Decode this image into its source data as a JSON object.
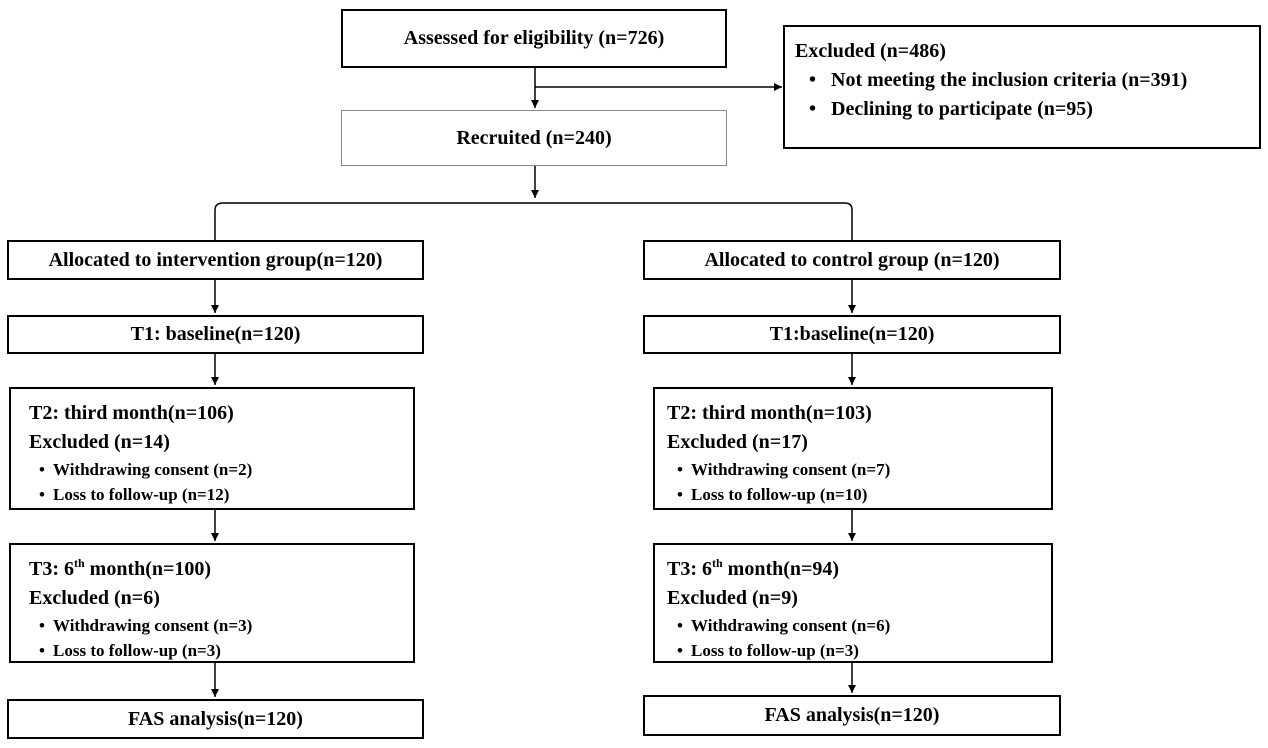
{
  "assessed": "Assessed for eligibility (n=726)",
  "excluded": {
    "title": "Excluded (n=486)",
    "items": [
      "Not meeting the inclusion criteria (n=391)",
      "Declining to participate (n=95)"
    ]
  },
  "recruited": "Recruited (n=240)",
  "bullet": "•",
  "intervention": {
    "allocated": "Allocated to intervention group(n=120)",
    "t1": "T1: baseline(n=120)",
    "t2": {
      "title": "T2: third month(n=106)",
      "excluded": "Excluded (n=14)",
      "items": [
        "Withdrawing  consent (n=2)",
        "Loss to follow-up (n=12)"
      ]
    },
    "t3": {
      "prefix": "T3: 6",
      "sup": "th",
      "suffix": " month(n=100)",
      "excluded": "Excluded (n=6)",
      "items": [
        "Withdrawing  consent (n=3)",
        "Loss to follow-up  (n=3)"
      ]
    },
    "fas": "FAS analysis(n=120)"
  },
  "control": {
    "allocated": "Allocated to control group (n=120)",
    "t1": "T1:baseline(n=120)",
    "t2": {
      "title": "T2: third month(n=103)",
      "excluded": "Excluded (n=17)",
      "items": [
        "Withdrawing  consent (n=7)",
        "Loss to follow-up  (n=10)"
      ]
    },
    "t3": {
      "prefix": "T3: 6",
      "sup": "th",
      "suffix": " month(n=94)",
      "excluded": "Excluded (n=9)",
      "items": [
        "Withdrawing  consent (n=6)",
        "Loss to follow-up  (n=3)"
      ]
    },
    "fas": "FAS analysis(n=120)"
  }
}
